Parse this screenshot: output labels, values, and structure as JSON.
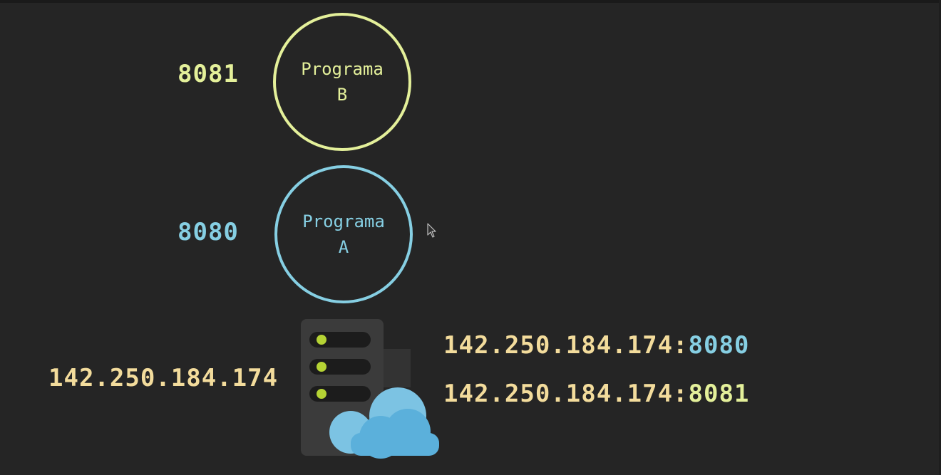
{
  "diagram": {
    "port_b": "8081",
    "program_b": {
      "line1": "Programa",
      "line2": "B"
    },
    "port_a": "8080",
    "program_a": {
      "line1": "Programa",
      "line2": "A"
    },
    "server_ip": "142.250.184.174",
    "address_a": {
      "ip": "142.250.184.174:",
      "port": "8080"
    },
    "address_b": {
      "ip": "142.250.184.174:",
      "port": "8081"
    }
  },
  "colors": {
    "background": "#252525",
    "yellow_green": "#e4f09a",
    "light_blue": "#86cfe3",
    "ip_cream": "#f3dc9c"
  },
  "icons": [
    "server-icon",
    "cloud-icon",
    "mouse-cursor-icon"
  ]
}
